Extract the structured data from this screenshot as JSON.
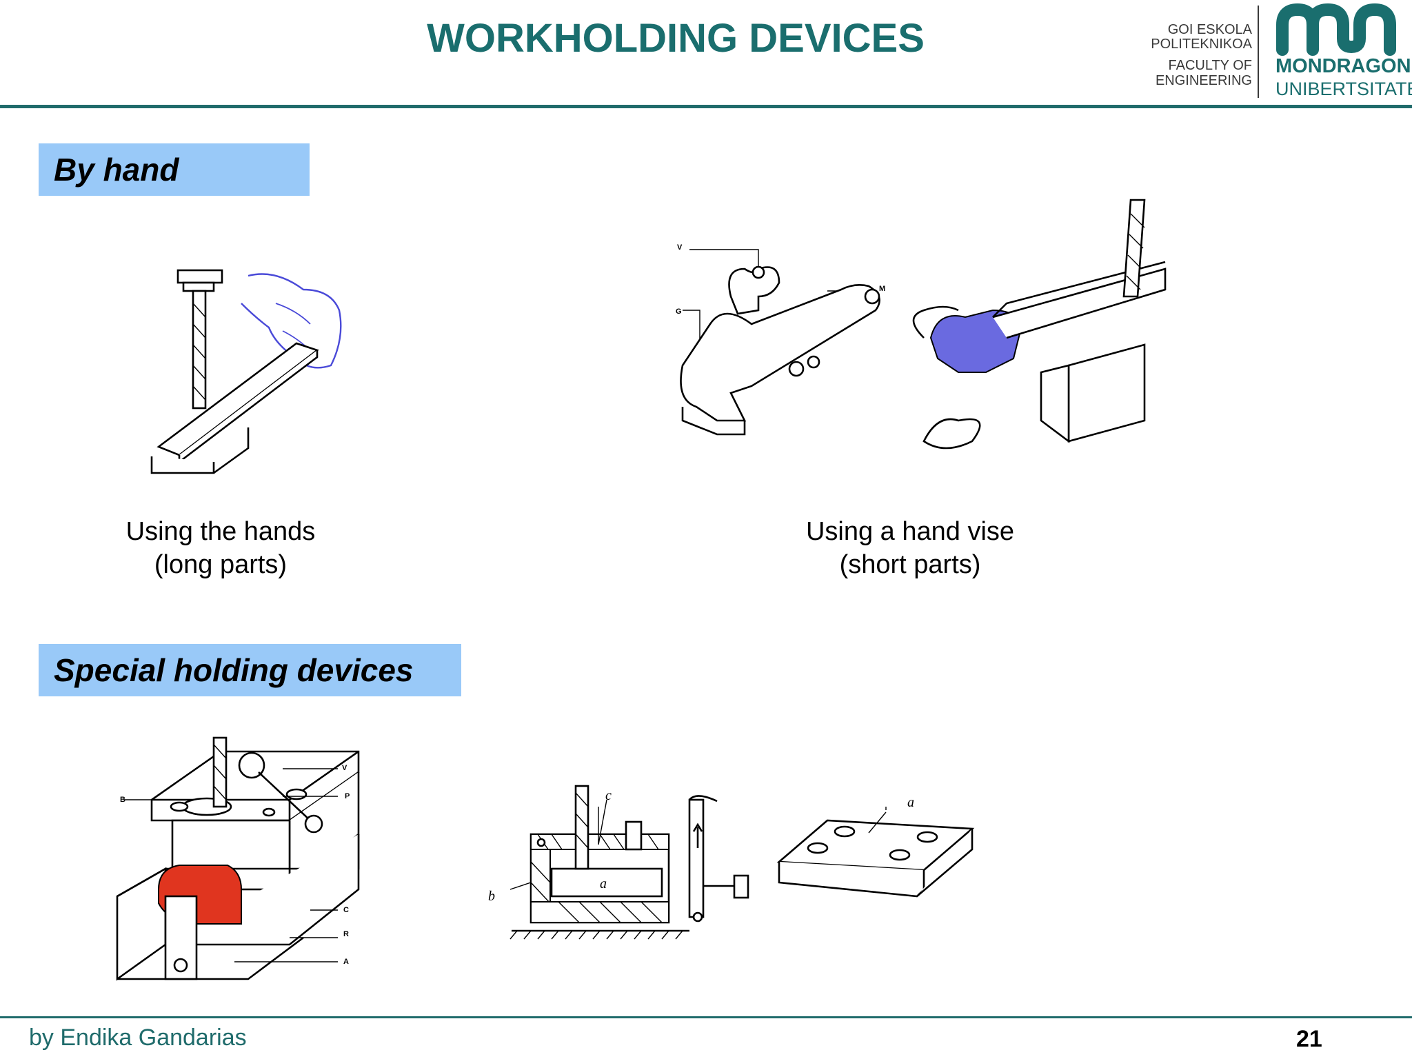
{
  "slide": {
    "title": "WORKHOLDING DEVICES",
    "page_number": "21",
    "author": "by Endika Gandarias"
  },
  "logo": {
    "line1": "GOI ESKOLA",
    "line2": "POLITEKNIKOA",
    "line3": "FACULTY OF",
    "line4": "ENGINEERING",
    "brand1": "MONDRAGON",
    "brand2": "UNIBERTSITATEA",
    "color": "#1a6e6e"
  },
  "sections": {
    "by_hand": {
      "label": "By hand",
      "captions": {
        "hands_line1": "Using the hands",
        "hands_line2": "(long parts)",
        "vise_line1": "Using a hand vise",
        "vise_line2": "(short parts)"
      },
      "vise_letters": {
        "v": "V",
        "g": "G",
        "m": "M"
      }
    },
    "special": {
      "label": "Special holding devices",
      "jig_letters": {
        "v": "V",
        "b": "B",
        "p": "P",
        "c": "C",
        "r": "R",
        "a": "A"
      },
      "fixture_letters": {
        "c": "c",
        "b": "b",
        "a": "a",
        "a2": "a"
      }
    }
  },
  "colors": {
    "section_bg": "#99c9f8",
    "teal": "#1f6b6b",
    "hand_blue": "#4a4ad8",
    "vise_blue": "#6a6ae0",
    "block_red": "#e0351f"
  },
  "icons": [
    "drill-bit-icon",
    "hand-icon",
    "vise-icon",
    "jig-icon",
    "fixture-icon",
    "plate-icon"
  ]
}
